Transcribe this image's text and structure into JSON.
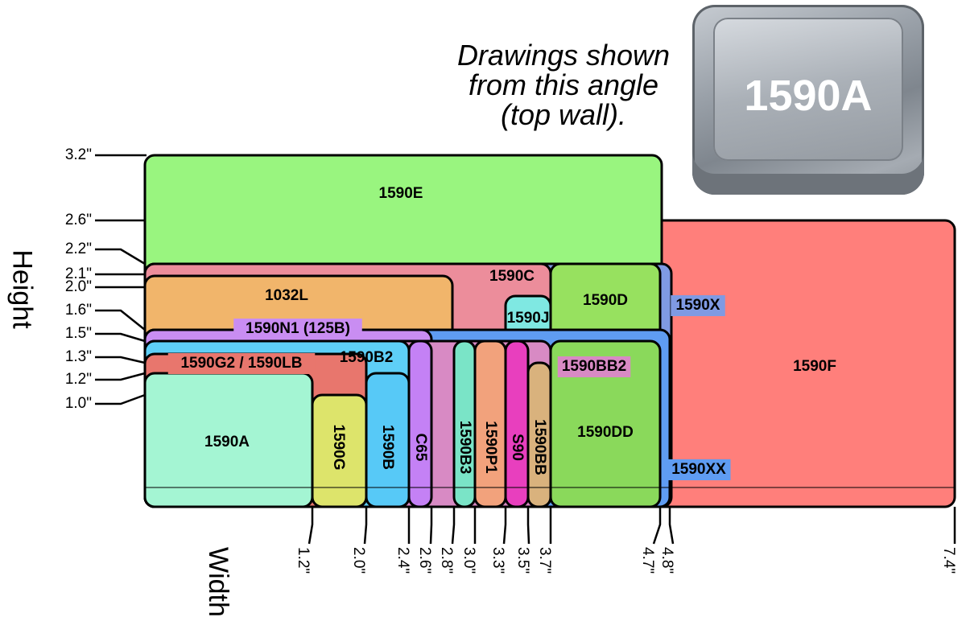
{
  "caption": [
    "Drawings shown",
    "from this angle",
    "(top wall)."
  ],
  "photo_label": "1590A",
  "axis": {
    "height": "Height",
    "width": "Width"
  },
  "height_ticks": [
    "3.2\"",
    "2.6\"",
    "2.2\"",
    "2.1\"",
    "2.0\"",
    "1.6\"",
    "1.5\"",
    "1.3\"",
    "1.2\"",
    "1.0\""
  ],
  "width_ticks": [
    "1.2\"",
    "2.0\"",
    "2.4\"",
    "2.6\"",
    "2.8\"",
    "3.0\"",
    "3.3\"",
    "3.5\"",
    "3.7\"",
    "4.7\"",
    "4.8\"",
    "7.4\""
  ],
  "boxes": [
    {
      "label": "1590F",
      "color": "#ff7f7b"
    },
    {
      "label": "1590E",
      "color": "#99f57f"
    },
    {
      "label": "1590C",
      "color": "#ec8d9b"
    },
    {
      "label": "1590X",
      "color": "#7f9ae3"
    },
    {
      "label": "1590D",
      "color": "#97e15f"
    },
    {
      "label": "1032L",
      "color": "#f1b56b"
    },
    {
      "label": "1590J",
      "color": "#7fe8e2"
    },
    {
      "label": "1590N1 (125B)",
      "color": "#c98df2"
    },
    {
      "label": "1590XX",
      "color": "#5f9cf2"
    },
    {
      "label": "1590BB2",
      "color": "#d88ac4"
    },
    {
      "label": "1590B2",
      "color": "#5ecff7"
    },
    {
      "label": "1590G2 / 1590LB",
      "color": "#e8766d"
    },
    {
      "label": "1590A",
      "color": "#a4f5d3"
    },
    {
      "label": "1590G",
      "color": "#dde46b"
    },
    {
      "label": "1590B",
      "color": "#57c9f7"
    },
    {
      "label": "C65",
      "color": "#c481f5"
    },
    {
      "label": "1590B3",
      "color": "#7ae4c7"
    },
    {
      "label": "1590P1",
      "color": "#f2a27c"
    },
    {
      "label": "S90",
      "color": "#e83fbe"
    },
    {
      "label": "1590BB",
      "color": "#d9b27d"
    },
    {
      "label": "1590DD",
      "color": "#8ad95b"
    }
  ]
}
